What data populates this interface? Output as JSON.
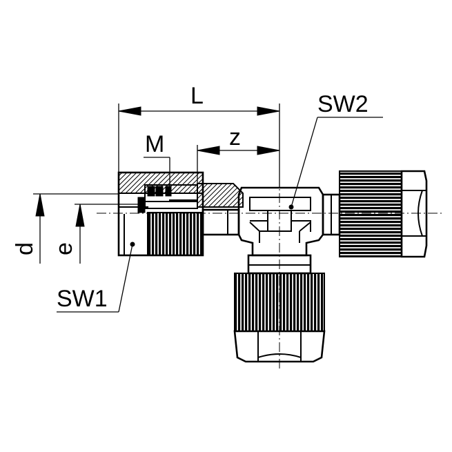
{
  "labels": {
    "L": "L",
    "z": "z",
    "M": "M",
    "SW2": "SW2",
    "SW1": "SW1",
    "d": "d",
    "e": "e"
  },
  "colors": {
    "ink": "#000000",
    "background": "#ffffff"
  }
}
